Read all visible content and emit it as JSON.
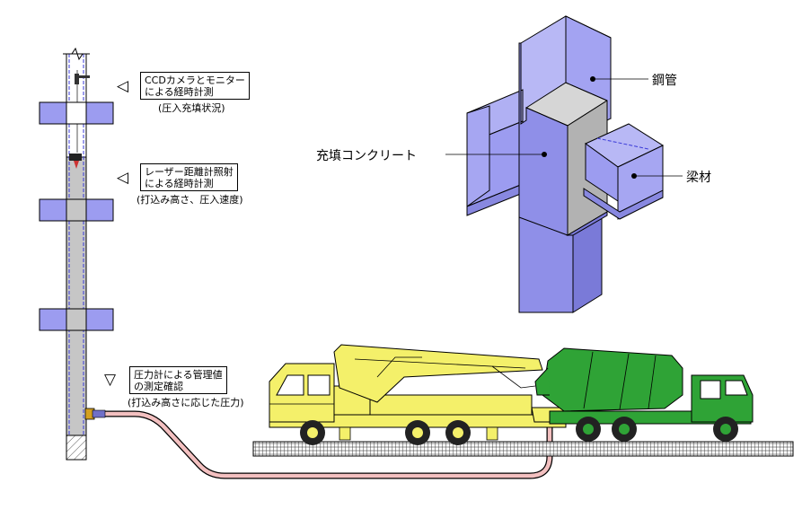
{
  "callouts": {
    "ccd": {
      "line1": "CCDカメラとモニター",
      "line2": "による経時計測",
      "sub": "(圧入充填状況)"
    },
    "laser": {
      "line1": "レーザー距離計照射",
      "line2": "による経時計測",
      "sub": "(打込み高さ、圧入速度)"
    },
    "pressure": {
      "line1": "圧力計による管理値",
      "line2": "の測定確認",
      "sub": "(打込み高さに応じた圧力)"
    }
  },
  "labels": {
    "steel_pipe": "鋼管",
    "filled_concrete": "充填コンクリート",
    "beam": "梁材"
  },
  "colors": {
    "steel": "#9c9cf0",
    "steel_dark": "#7474d8",
    "concrete": "#c6c6c6",
    "pump_truck": "#f4f06a",
    "mixer_truck": "#2fa336",
    "pipe": "#f3c0c0"
  }
}
